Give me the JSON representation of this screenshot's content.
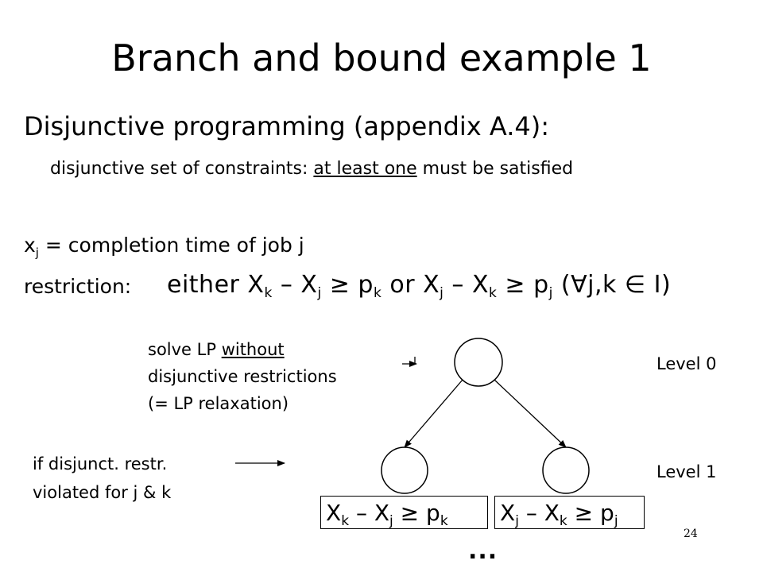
{
  "title": "Branch and bound example 1",
  "heading": "Disjunctive programming (appendix A.4):",
  "subline": {
    "before": "disjunctive set of constraints: ",
    "underlined": "at least one",
    "after": " must be satisfied"
  },
  "definition": {
    "var": "x",
    "sub": "j",
    "rest": " = completion time of job j"
  },
  "restriction": {
    "label": "restriction:",
    "formula": {
      "either": "either ",
      "x1": "X",
      "x1s": "k",
      "minus1": " – ",
      "x2": "X",
      "x2s": "j",
      "geq1": " ≥ ",
      "p1": "p",
      "p1s": "k",
      "or": " or ",
      "x3": "X",
      "x3s": "j",
      "minus2": " – ",
      "x4": "X",
      "x4s": "k",
      "geq2": " ≥ ",
      "p2": "p",
      "p2s": "j",
      "tail": " (∀j,k ∈ I)"
    }
  },
  "annotations": {
    "solve_line1_before": "solve LP ",
    "solve_line1_underlined": "without",
    "solve_line2": "disjunctive restrictions",
    "solve_line3": "(= LP relaxation)",
    "if_line1": "if disjunct. restr.",
    "if_line2": "violated for j & k"
  },
  "levels": {
    "level0": "Level 0",
    "level1": "Level 1"
  },
  "branches": {
    "left": {
      "a": "X",
      "as": "k",
      "m": " – ",
      "b": "X",
      "bs": "j",
      "g": " ≥ ",
      "p": "p",
      "ps": "k"
    },
    "right": {
      "a": "X",
      "as": "j",
      "m": " – ",
      "b": "X",
      "bs": "k",
      "g": " ≥ ",
      "p": "p",
      "ps": "j"
    }
  },
  "ellipsis": "...",
  "page_number": "24"
}
